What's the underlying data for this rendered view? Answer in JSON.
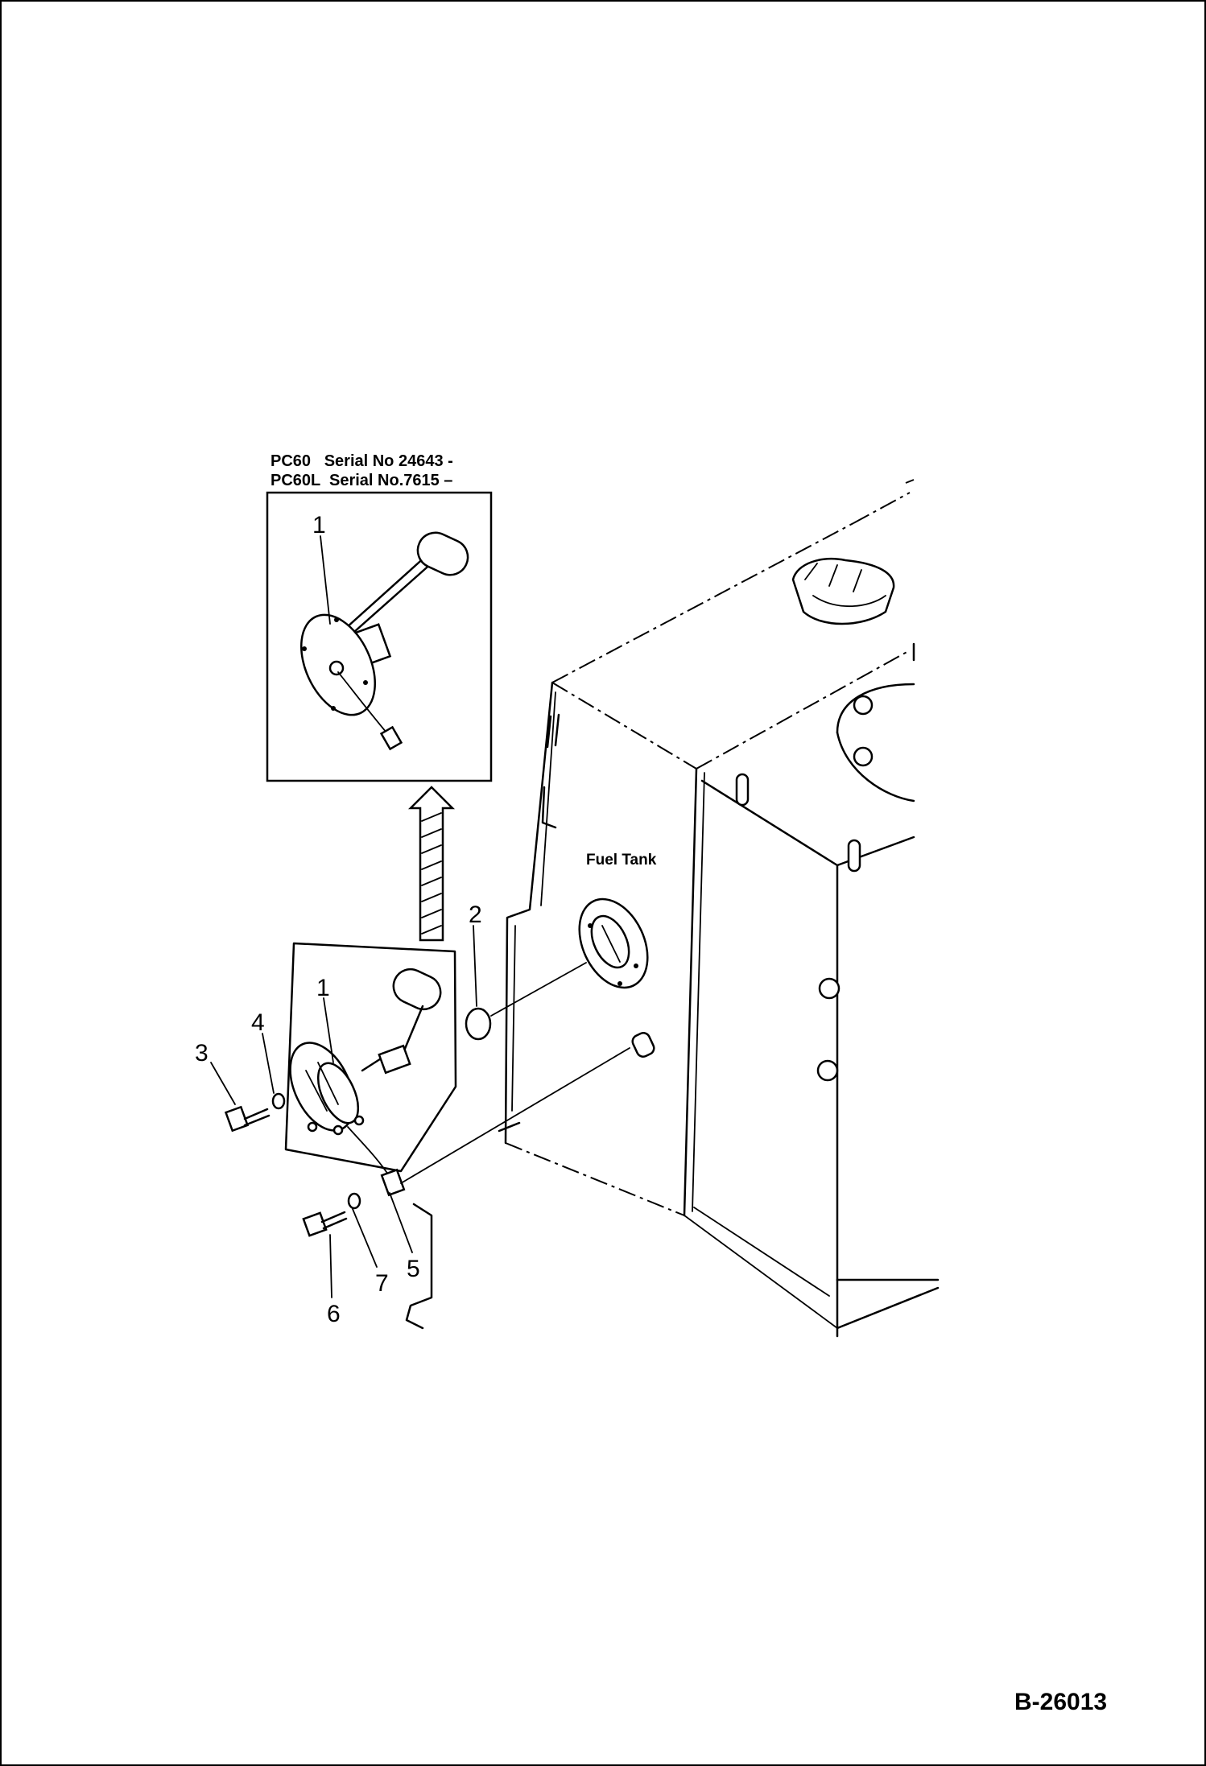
{
  "inset": {
    "line1": "PC60   Serial No 24643 -",
    "line2": "PC60L  Serial No.7615 –"
  },
  "tank_label": "Fuel Tank",
  "callouts": {
    "p1_inset": "1",
    "p1": "1",
    "p2": "2",
    "p3": "3",
    "p4": "4",
    "p5": "5",
    "p6": "6",
    "p7": "7"
  },
  "drawing_code": "B-26013"
}
